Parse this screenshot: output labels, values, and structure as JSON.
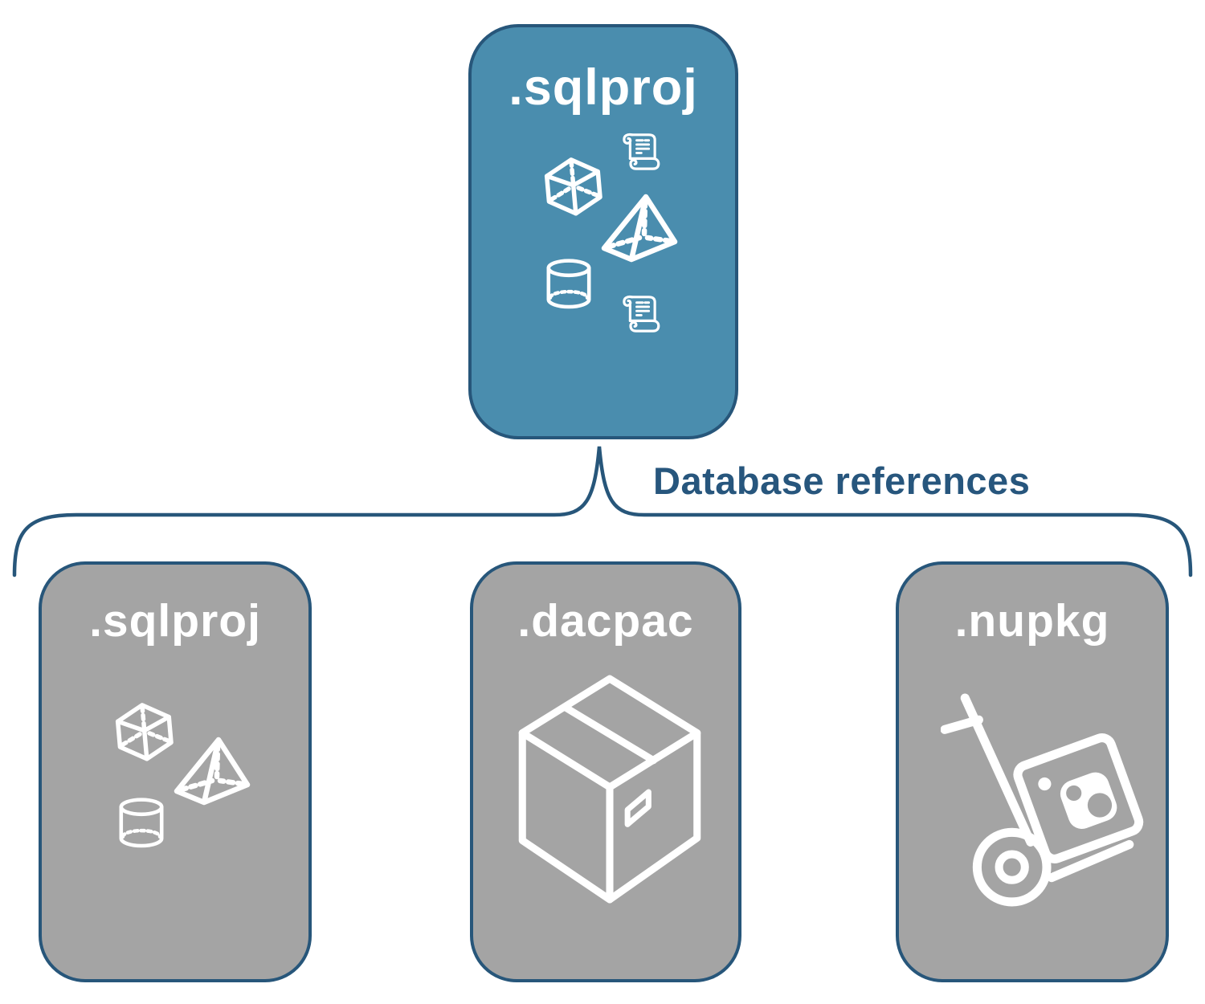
{
  "diagram": {
    "parent": {
      "label": ".sqlproj",
      "icons": [
        "cube-icon",
        "scroll-icon",
        "pyramid-icon",
        "cylinder-icon",
        "scroll-icon"
      ]
    },
    "edge_label": "Database references",
    "children": [
      {
        "label": ".sqlproj",
        "icons": [
          "cube-icon",
          "pyramid-icon",
          "cylinder-icon"
        ]
      },
      {
        "label": ".dacpac",
        "icons": [
          "package-box-icon"
        ]
      },
      {
        "label": ".nupkg",
        "icons": [
          "hand-truck-package-icon"
        ]
      }
    ],
    "colors": {
      "parent_fill": "#4A8DAE",
      "child_fill": "#A4A4A4",
      "outline": "#27567A",
      "edge_label": "#27567D",
      "icon": "#FFFFFF",
      "background": "#FFFFFF"
    }
  }
}
